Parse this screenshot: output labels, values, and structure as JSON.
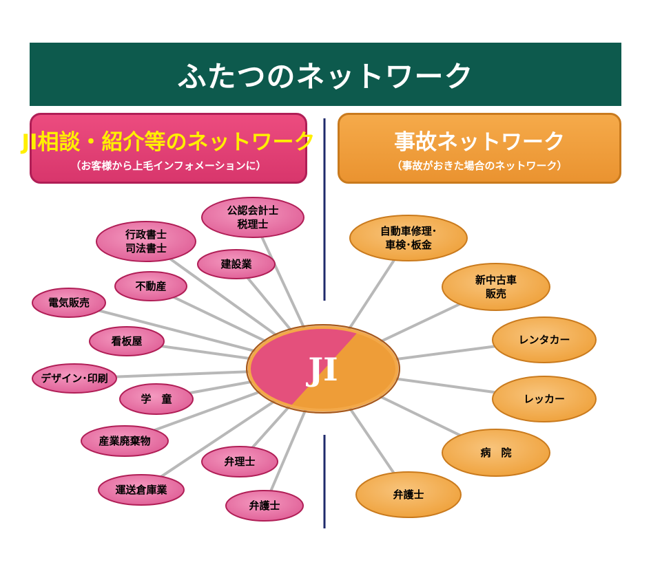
{
  "title": "ふたつのネットワーク",
  "left_header": {
    "title": "JI相談・紹介等のネットワーク",
    "subtitle": "（お客様から上毛インフォメーションに）"
  },
  "right_header": {
    "title": "事故ネットワーク",
    "subtitle": "（事故がおきた場合のネットワーク）"
  },
  "center": {
    "label": "JI"
  },
  "colors": {
    "banner": "#0d5a4d",
    "pink": "#e4609a",
    "pink_border": "#b01e56",
    "orange": "#f0a23e",
    "orange_border": "#c97a1d",
    "line": "#b8b8b8",
    "divider": "#1f2a6b"
  },
  "left_nodes": [
    {
      "id": "kaikeishi",
      "lines": [
        "公認会計士",
        "税理士"
      ]
    },
    {
      "id": "gyosei",
      "lines": [
        "行政書士",
        "司法書士"
      ]
    },
    {
      "id": "kensetsu",
      "lines": [
        "建設業"
      ]
    },
    {
      "id": "fudosan",
      "lines": [
        "不動産"
      ]
    },
    {
      "id": "denki",
      "lines": [
        "電気販売"
      ]
    },
    {
      "id": "kanban",
      "lines": [
        "看板屋"
      ]
    },
    {
      "id": "design",
      "lines": [
        "デザイン･印刷"
      ]
    },
    {
      "id": "gakudo",
      "lines": [
        "学　童"
      ]
    },
    {
      "id": "sangyo",
      "lines": [
        "産業廃棄物"
      ]
    },
    {
      "id": "benrishi",
      "lines": [
        "弁理士"
      ]
    },
    {
      "id": "unso",
      "lines": [
        "運送倉庫業"
      ]
    },
    {
      "id": "bengoshi",
      "lines": [
        "弁護士"
      ]
    }
  ],
  "right_nodes": [
    {
      "id": "jidosha",
      "lines": [
        "自動車修理･",
        "車検･板金"
      ]
    },
    {
      "id": "chuko",
      "lines": [
        "新中古車",
        "販売"
      ]
    },
    {
      "id": "rental",
      "lines": [
        "レンタカー"
      ]
    },
    {
      "id": "wrecker",
      "lines": [
        "レッカー"
      ]
    },
    {
      "id": "byoin",
      "lines": [
        "病　院"
      ]
    },
    {
      "id": "bengoshi2",
      "lines": [
        "弁護士"
      ]
    }
  ]
}
